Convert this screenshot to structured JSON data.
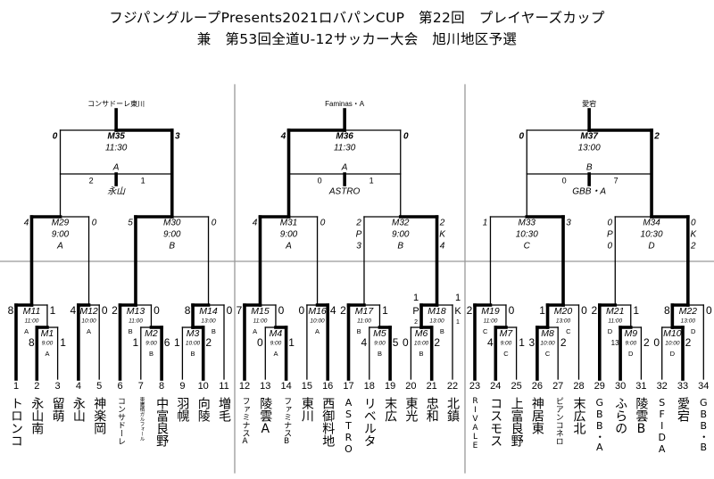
{
  "title": {
    "line1": "フジパングループPresents2021ロバパンCUP　第22回　プレイヤーズカップ",
    "line2": "兼　第53回全道U-12サッカー大会　旭川地区予選"
  },
  "teams": [
    {
      "no": "1",
      "name": "トロンコ"
    },
    {
      "no": "2",
      "name": "永山南"
    },
    {
      "no": "3",
      "name": "留萌"
    },
    {
      "no": "4",
      "name": "永山"
    },
    {
      "no": "5",
      "name": "神楽岡"
    },
    {
      "no": "6",
      "name": "コンサドーレ"
    },
    {
      "no": "7",
      "name": "東鷹栖ガルフォール"
    },
    {
      "no": "8",
      "name": "中富良野"
    },
    {
      "no": "9",
      "name": "羽幌"
    },
    {
      "no": "10",
      "name": "向陵"
    },
    {
      "no": "11",
      "name": "増毛"
    },
    {
      "no": "12",
      "name": "ファミナスA"
    },
    {
      "no": "13",
      "name": "陵雲A"
    },
    {
      "no": "14",
      "name": "ファミナスB"
    },
    {
      "no": "15",
      "name": "東川"
    },
    {
      "no": "16",
      "name": "西御料地"
    },
    {
      "no": "17",
      "name": "ASTRO"
    },
    {
      "no": "18",
      "name": "リベルタ"
    },
    {
      "no": "19",
      "name": "末広"
    },
    {
      "no": "20",
      "name": "東光"
    },
    {
      "no": "21",
      "name": "忠和"
    },
    {
      "no": "22",
      "name": "北鎮"
    },
    {
      "no": "23",
      "name": "RIVALE"
    },
    {
      "no": "24",
      "name": "コスモス"
    },
    {
      "no": "25",
      "name": "上富良野"
    },
    {
      "no": "26",
      "name": "神居東"
    },
    {
      "no": "27",
      "name": "ピアンコネロ"
    },
    {
      "no": "28",
      "name": "末広北"
    },
    {
      "no": "29",
      "name": "GBB・A"
    },
    {
      "no": "30",
      "name": "ふらの"
    },
    {
      "no": "31",
      "name": "陵雲B"
    },
    {
      "no": "32",
      "name": "SFIDA"
    },
    {
      "no": "33",
      "name": "愛宕"
    },
    {
      "no": "34",
      "name": "GBB・B"
    }
  ],
  "matches": [
    {
      "label": "M1",
      "time": "9:00",
      "court": "A",
      "left": {
        "src": "t2",
        "score": "8"
      },
      "right": {
        "src": "t3",
        "score": "1"
      },
      "winner": "left"
    },
    {
      "label": "M2",
      "time": "9:00",
      "court": "B",
      "left": {
        "src": "t7",
        "score": "1"
      },
      "right": {
        "src": "t8",
        "score": "6"
      },
      "winner": "right"
    },
    {
      "label": "M3",
      "time": "10:00",
      "court": "B",
      "left": {
        "src": "t9",
        "score": "1"
      },
      "right": {
        "src": "t10",
        "score": "2"
      },
      "winner": "right"
    },
    {
      "label": "M4",
      "time": "9:00",
      "court": "A",
      "left": {
        "src": "t13",
        "score": "0"
      },
      "right": {
        "src": "t14",
        "score": "1"
      },
      "winner": "right"
    },
    {
      "label": "M5",
      "time": "9:00",
      "court": "B",
      "left": {
        "src": "t18",
        "score": "4"
      },
      "right": {
        "src": "t19",
        "score": "5"
      },
      "winner": "right"
    },
    {
      "label": "M6",
      "time": "10:00",
      "court": "B",
      "left": {
        "src": "t20",
        "score": "0"
      },
      "right": {
        "src": "t21",
        "score": "2"
      },
      "winner": "right"
    },
    {
      "label": "M7",
      "time": "9:00",
      "court": "C",
      "left": {
        "src": "t24",
        "score": "4"
      },
      "right": {
        "src": "t25",
        "score": "1"
      },
      "winner": "left"
    },
    {
      "label": "M8",
      "time": "10:00",
      "court": "C",
      "left": {
        "src": "t26",
        "score": "3"
      },
      "right": {
        "src": "t27",
        "score": "2"
      },
      "winner": "left"
    },
    {
      "label": "M9",
      "time": "9:00",
      "court": "D",
      "left": {
        "src": "t30",
        "score": "13"
      },
      "right": {
        "src": "t31",
        "score": "2"
      },
      "winner": "left"
    },
    {
      "label": "M10",
      "time": "10:00",
      "court": "D",
      "left": {
        "src": "t32",
        "score": "0"
      },
      "right": {
        "src": "t33",
        "score": "2"
      },
      "winner": "right"
    },
    {
      "label": "M11",
      "time": "11:00",
      "court": "A",
      "left": {
        "src": "t1",
        "score": "8"
      },
      "right": {
        "src": "M1",
        "score": "1"
      },
      "winner": "left"
    },
    {
      "label": "M12",
      "time": "10:00",
      "court": "A",
      "left": {
        "src": "t4",
        "score": "4"
      },
      "right": {
        "src": "t5",
        "score": "0"
      },
      "winner": "left"
    },
    {
      "label": "M13",
      "time": "11:00",
      "court": "B",
      "left": {
        "src": "t6",
        "score": "2"
      },
      "right": {
        "src": "M2",
        "score": "0"
      },
      "winner": "left"
    },
    {
      "label": "M14",
      "time": "13:00",
      "court": "B",
      "left": {
        "src": "M3",
        "score": "8"
      },
      "right": {
        "src": "t11",
        "score": "0"
      },
      "winner": "left"
    },
    {
      "label": "M15",
      "time": "11:00",
      "court": "A",
      "left": {
        "src": "t12",
        "score": "7"
      },
      "right": {
        "src": "M4",
        "score": "0"
      },
      "winner": "left"
    },
    {
      "label": "M16",
      "time": "10:00",
      "court": "A",
      "left": {
        "src": "t15",
        "score": "0"
      },
      "right": {
        "src": "t16",
        "score": "4"
      },
      "winner": "right"
    },
    {
      "label": "M17",
      "time": "11:00",
      "court": "B",
      "left": {
        "src": "t17",
        "score": "2"
      },
      "right": {
        "src": "M5",
        "score": "1"
      },
      "winner": "left"
    },
    {
      "label": "M18",
      "time": "13:00",
      "court": "B",
      "left": {
        "src": "M6",
        "score": "1",
        "pk_mark": "P",
        "pk": "2"
      },
      "right": {
        "src": "t22",
        "score": "1",
        "pk_mark": "K",
        "pk": "1"
      },
      "winner": "left"
    },
    {
      "label": "M19",
      "time": "11:00",
      "court": "C",
      "left": {
        "src": "t23",
        "score": "2"
      },
      "right": {
        "src": "M7",
        "score": "0"
      },
      "winner": "left"
    },
    {
      "label": "M20",
      "time": "13:00",
      "court": "C",
      "left": {
        "src": "M8",
        "score": "1"
      },
      "right": {
        "src": "t28",
        "score": "0"
      },
      "winner": "left"
    },
    {
      "label": "M21",
      "time": "11:00",
      "court": "D",
      "left": {
        "src": "t29",
        "score": "2"
      },
      "right": {
        "src": "M9",
        "score": "1"
      },
      "winner": "left"
    },
    {
      "label": "M22",
      "time": "13:00",
      "court": "D",
      "left": {
        "src": "M10",
        "score": "8"
      },
      "right": {
        "src": "t34",
        "score": "0"
      },
      "winner": "left"
    },
    {
      "label": "M29",
      "time": "9:00",
      "court": "A",
      "left": {
        "src": "M11",
        "score": "4"
      },
      "right": {
        "src": "M12",
        "score": "0"
      },
      "winner": "left"
    },
    {
      "label": "M30",
      "time": "9:00",
      "court": "B",
      "left": {
        "src": "M13",
        "score": "5"
      },
      "right": {
        "src": "M14",
        "score": "0"
      },
      "winner": "left"
    },
    {
      "label": "M31",
      "time": "9:00",
      "court": "A",
      "left": {
        "src": "M15",
        "score": "4"
      },
      "right": {
        "src": "M16",
        "score": "0"
      },
      "winner": "left"
    },
    {
      "label": "M32",
      "time": "9:00",
      "court": "B",
      "left": {
        "src": "M17",
        "score": "2",
        "pk_mark": "P",
        "pk": "3"
      },
      "right": {
        "src": "M18",
        "score": "2",
        "pk_mark": "K",
        "pk": "4"
      },
      "winner": "right"
    },
    {
      "label": "M33",
      "time": "10:30",
      "court": "C",
      "left": {
        "src": "M19",
        "score": "1"
      },
      "right": {
        "src": "M20",
        "score": "3"
      },
      "winner": "right"
    },
    {
      "label": "M34",
      "time": "10:30",
      "court": "D",
      "left": {
        "src": "M21",
        "score": "0",
        "pk_mark": "P",
        "pk": "0"
      },
      "right": {
        "src": "M22",
        "score": "0",
        "pk_mark": "K",
        "pk": "2"
      },
      "winner": "right"
    },
    {
      "label": "M35",
      "time": "11:30",
      "court": "A",
      "left": {
        "src": "M29",
        "score": "0"
      },
      "right": {
        "src": "M30",
        "score": "3"
      },
      "winner": "right",
      "champion": "コンサドーレ東川",
      "third": {
        "left_score": "2",
        "right_score": "1",
        "name": "永山"
      }
    },
    {
      "label": "M36",
      "time": "11:30",
      "court": "A",
      "left": {
        "src": "M31",
        "score": "4"
      },
      "right": {
        "src": "M32",
        "score": "0"
      },
      "winner": "left",
      "champion": "Faminas・A",
      "third": {
        "left_score": "0",
        "right_score": "1",
        "name": "ASTRO"
      }
    },
    {
      "label": "M37",
      "time": "13:00",
      "court": "B",
      "left": {
        "src": "M33",
        "score": "0"
      },
      "right": {
        "src": "M34",
        "score": "2"
      },
      "winner": "right",
      "champion": "愛宕",
      "third": {
        "left_score": "0",
        "right_score": "7",
        "name": "GBB・A"
      }
    }
  ]
}
